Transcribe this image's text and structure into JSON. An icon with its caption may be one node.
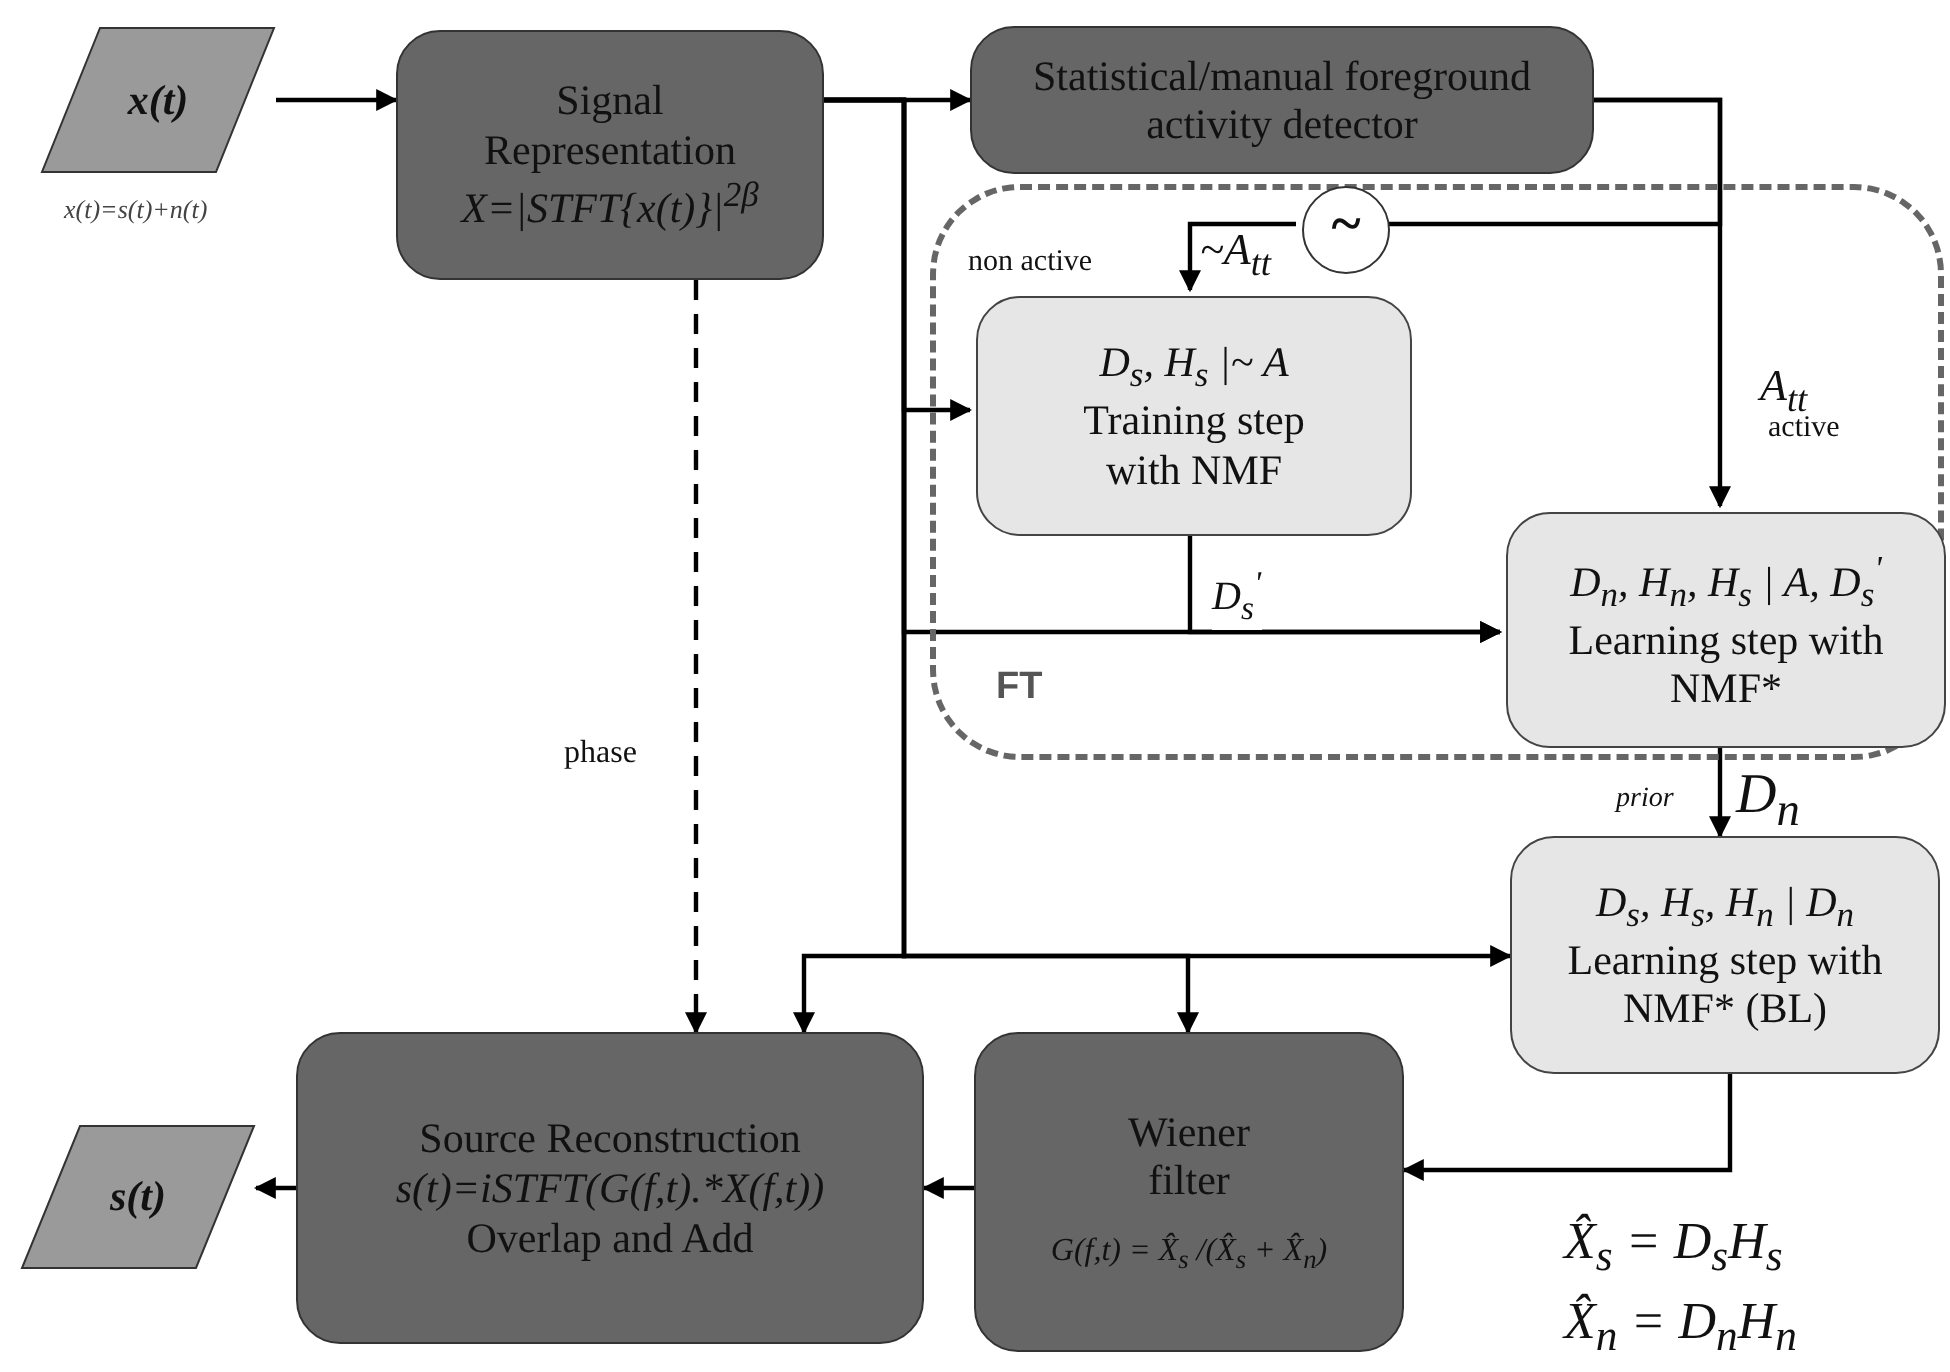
{
  "diagram": {
    "nodes": [
      {
        "text": [
          "x(t)"
        ],
        "beside": [
          "x(t)=s(t)+n(t)"
        ]
      },
      {
        "text": [
          "Signal Representation",
          "X=|STFT{x(t)}|$^{2β}$"
        ]
      },
      {
        "text": [
          "Statistical/manual foreground activity detector"
        ]
      },
      {
        "text": [
          "FT"
        ]
      },
      {
        "text": [
          "~"
        ],
        "in": 3
      },
      {
        "text": [
          "D$_{s}$, H$_{s}$ |~ A",
          "Training step with NMF"
        ],
        "in": 3
      },
      {
        "text": [
          "D$_{n}$, H$_{n}$, H$_{s}$ | A, D$_{s}$$^{'}$",
          "Learning step with NMF*"
        ],
        "in": 3
      },
      {
        "text": [
          "D$_{s}$, H$_{s}$, H$_{n}$ | D$_{n}$",
          "Learning step with NMF* (BL)"
        ]
      },
      {
        "text": [
          "Wiener filter",
          "G(f,t) = X̂$_{s}$ /(X̂$_{s}$ + X̂$_{n}$)"
        ]
      },
      {
        "text": [
          "Source Reconstruction",
          "s(t)=iSTFT(G(f,t).*X(f,t))",
          "Overlap and Add"
        ]
      },
      {
        "text": [
          "s(t)"
        ]
      }
    ],
    "edges": [
      {
        "from": 0,
        "to": 1,
        "arrow": "to"
      },
      {
        "from": 1,
        "to": 2,
        "arrow": "to"
      },
      {
        "from": 1,
        "to": 5,
        "arrow": "to"
      },
      {
        "from": 1,
        "to": 6,
        "arrow": "to"
      },
      {
        "from": 1,
        "to": 7,
        "arrow": "to"
      },
      {
        "from": 1,
        "to": 9,
        "arrow": "to"
      },
      {
        "from": 1,
        "to": 8,
        "arrow": "to"
      },
      {
        "from": 1,
        "to": 9,
        "arrow": "to",
        "label": "phase",
        "style": "dashed"
      },
      {
        "from": 2,
        "to": 6,
        "arrow": "to"
      },
      {
        "from": 2,
        "to": 4,
        "arrow": "none"
      },
      {
        "from": 4,
        "to": 5,
        "arrow": "to"
      },
      {
        "from": 5,
        "to": 6,
        "arrow": "to",
        "label": "D$_{s}$$^{'}$"
      },
      {
        "from": 6,
        "to": 7,
        "arrow": "to"
      },
      {
        "from": 7,
        "to": 8,
        "arrow": "to"
      },
      {
        "from": 8,
        "to": 9,
        "arrow": "to"
      },
      {
        "from": 9,
        "to": 10,
        "arrow": "to"
      }
    ],
    "labels": [
      "non active",
      "~A$_{tt}$",
      "A$_{tt}$",
      "active",
      "prior",
      "D$_{n}$",
      "X̂$_{s}$ = D$_{s}$H$_{s}$",
      "X̂$_{n}$ = D$_{n}$H$_{n}$"
    ]
  }
}
